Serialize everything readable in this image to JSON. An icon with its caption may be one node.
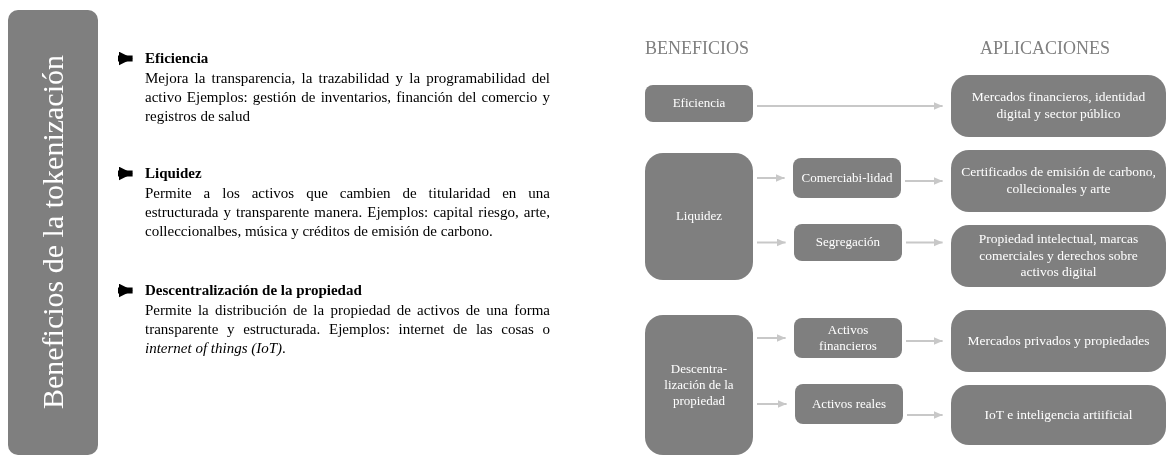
{
  "diagram": {
    "nodes": [
      {
        "text": [
          "Beneficios de la tokenización"
        ]
      },
      {
        "text": [
          "Eficiencia",
          "Mejora la transparencia, la trazabilidad y la programabilidad del activo Ejemplos: gestión de inventarios, financión del comercio y registros de salud"
        ]
      },
      {
        "text": [
          "Liquidez",
          "Permite a los activos que cambien de titularidad en una estructurada y transparente manera. Ejemplos: capital riesgo, arte, colleccionalbes, música y créditos de emisión de carbono."
        ]
      },
      {
        "text": [
          "Descentralización de la propiedad",
          "Permite la distribución de la propiedad de activos de una forma transparente y estructurada. Ejemplos: internet de las cosas o *internet of things (IoT)*."
        ]
      },
      {
        "text": [
          "Eficiencia"
        ]
      },
      {
        "text": [
          "Liquidez"
        ]
      },
      {
        "text": [
          "Comerciabi-lidad"
        ]
      },
      {
        "text": [
          "Segregación"
        ]
      },
      {
        "text": [
          "Descentra-lización de la propiedad"
        ]
      },
      {
        "text": [
          "Activos financieros"
        ]
      },
      {
        "text": [
          "Activos reales"
        ]
      },
      {
        "text": [
          "Mercados financieros, identidad digital y sector público"
        ]
      },
      {
        "text": [
          "Certificados de emisión de carbono, collecionales y arte"
        ]
      },
      {
        "text": [
          "Propiedad intelectual, marcas comerciales y derechos sobre activos digital"
        ]
      },
      {
        "text": [
          "Mercados privados y propiedades"
        ]
      },
      {
        "text": [
          "IoT e inteligencia artiificial"
        ]
      }
    ],
    "edges": [
      {
        "from": null,
        "to": 1,
        "arrow": "to",
        "style": "thick",
        "color": "#000000"
      },
      {
        "from": null,
        "to": 2,
        "arrow": "to",
        "style": "thick",
        "color": "#000000"
      },
      {
        "from": null,
        "to": 3,
        "arrow": "to",
        "style": "thick",
        "color": "#000000"
      },
      {
        "from": 4,
        "to": 11,
        "arrow": "to"
      },
      {
        "from": 5,
        "to": 6,
        "arrow": "to"
      },
      {
        "from": 6,
        "to": 12,
        "arrow": "to"
      },
      {
        "from": 5,
        "to": 7,
        "arrow": "to"
      },
      {
        "from": 7,
        "to": 13,
        "arrow": "to"
      },
      {
        "from": 8,
        "to": 9,
        "arrow": "to"
      },
      {
        "from": 9,
        "to": 14,
        "arrow": "to"
      },
      {
        "from": 8,
        "to": 10,
        "arrow": "to"
      },
      {
        "from": 10,
        "to": 15,
        "arrow": "to"
      }
    ],
    "labels": [
      "BENEFICIOS",
      "APLICACIONES"
    ]
  }
}
